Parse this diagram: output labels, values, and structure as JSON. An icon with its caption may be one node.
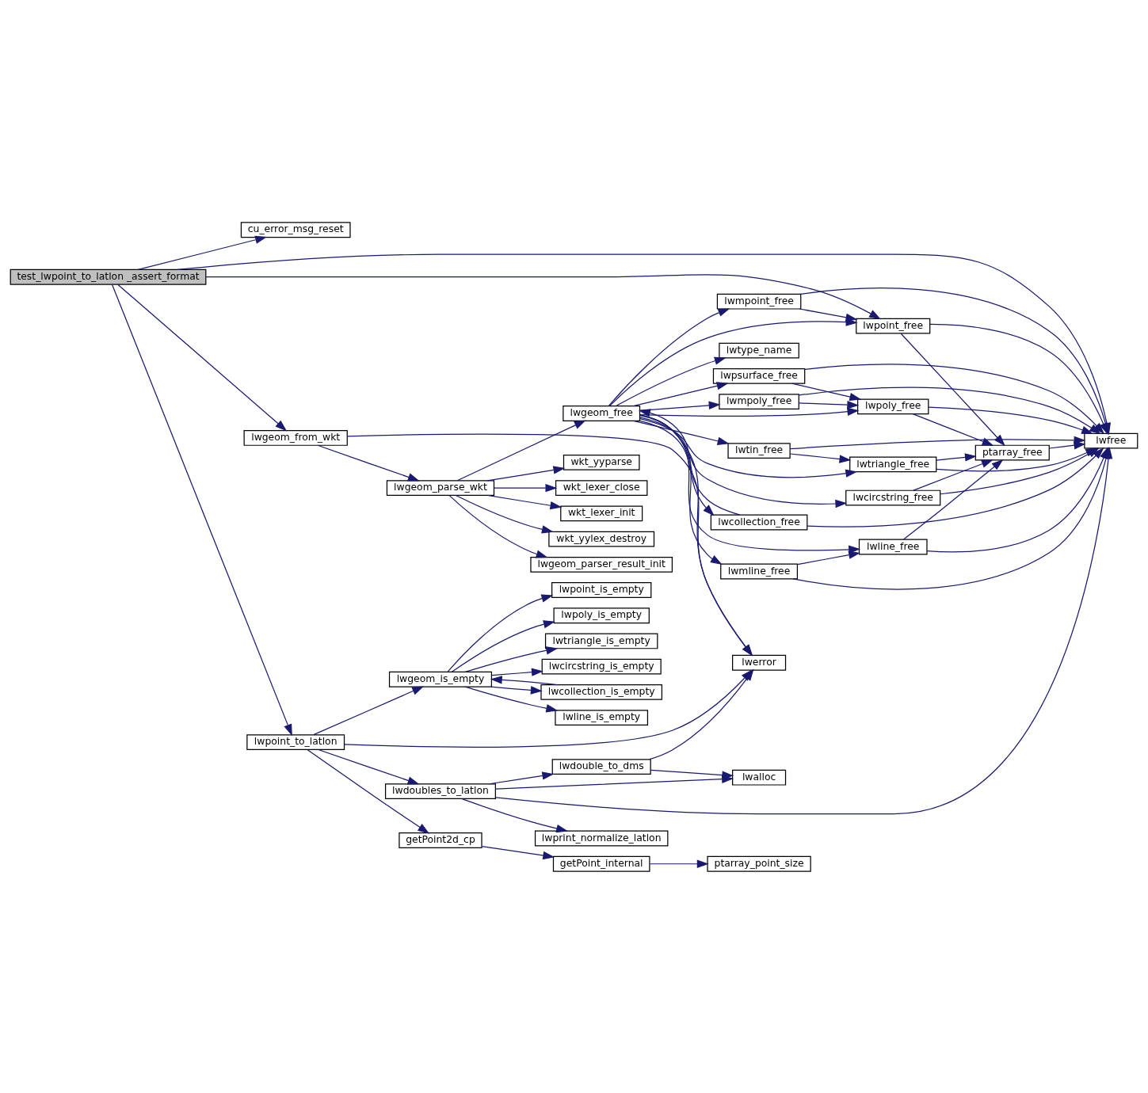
{
  "diagram": {
    "nodes": [
      {
        "text": [
          "test_lwpoint_to_latlon _assert_format"
        ]
      },
      {
        "text": [
          "cu_error_msg_reset"
        ]
      },
      {
        "text": [
          "lwfree"
        ]
      },
      {
        "text": [
          "lwgeom_from_wkt"
        ]
      },
      {
        "text": [
          "lwpoint_to_latlon"
        ]
      },
      {
        "text": [
          "lwpoint_free"
        ]
      },
      {
        "text": [
          "lwgeom_parse_wkt"
        ]
      },
      {
        "text": [
          "lwerror"
        ]
      },
      {
        "text": [
          "lwgeom_free"
        ]
      },
      {
        "text": [
          "wkt_lexer_init"
        ]
      },
      {
        "text": [
          "wkt_yylex_destroy"
        ]
      },
      {
        "text": [
          "lwgeom_parser_result_init"
        ]
      },
      {
        "text": [
          "wkt_yyparse"
        ]
      },
      {
        "text": [
          "wkt_lexer_close"
        ]
      },
      {
        "text": [
          "lwmpoly_free"
        ]
      },
      {
        "text": [
          "lwpsurface_free"
        ]
      },
      {
        "text": [
          "lwpoly_free"
        ]
      },
      {
        "text": [
          "lwtin_free"
        ]
      },
      {
        "text": [
          "lwtriangle_free"
        ]
      },
      {
        "text": [
          "lwcollection_free"
        ]
      },
      {
        "text": [
          "lwcircstring_free"
        ]
      },
      {
        "text": [
          "ptarray_free"
        ]
      },
      {
        "text": [
          "lwline_free"
        ]
      },
      {
        "text": [
          "lwtype_name"
        ]
      },
      {
        "text": [
          "lwmline_free"
        ]
      },
      {
        "text": [
          "lwmpoint_free"
        ]
      },
      {
        "text": [
          "lwdouble_to_dms"
        ]
      },
      {
        "text": [
          "lwalloc"
        ]
      },
      {
        "text": [
          "lwdoubles_to_latlon"
        ]
      },
      {
        "text": [
          "lwprint_normalize_latlon"
        ]
      },
      {
        "text": [
          "getPoint2d_cp"
        ]
      },
      {
        "text": [
          "getPoint_internal"
        ]
      },
      {
        "text": [
          "ptarray_point_size"
        ]
      },
      {
        "text": [
          "lwgeom_is_empty"
        ]
      },
      {
        "text": [
          "lwpoint_is_empty"
        ]
      },
      {
        "text": [
          "lwpoly_is_empty"
        ]
      },
      {
        "text": [
          "lwtriangle_is_empty"
        ]
      },
      {
        "text": [
          "lwcircstring_is_empty"
        ]
      },
      {
        "text": [
          "lwcollection_is_empty"
        ]
      },
      {
        "text": [
          "lwline_is_empty"
        ]
      }
    ],
    "edges": [
      {
        "from": 0,
        "to": 1,
        "arrow": "to"
      },
      {
        "from": 0,
        "to": 2,
        "arrow": "to"
      },
      {
        "from": 0,
        "to": 5,
        "arrow": "to"
      },
      {
        "from": 0,
        "to": 3,
        "arrow": "to"
      },
      {
        "from": 0,
        "to": 4,
        "arrow": "to"
      },
      {
        "from": 3,
        "to": 6,
        "arrow": "to"
      },
      {
        "from": 3,
        "to": 7,
        "arrow": "to"
      },
      {
        "from": 6,
        "to": 8,
        "arrow": "to"
      },
      {
        "from": 6,
        "to": 9,
        "arrow": "to"
      },
      {
        "from": 6,
        "to": 10,
        "arrow": "to"
      },
      {
        "from": 6,
        "to": 11,
        "arrow": "to"
      },
      {
        "from": 6,
        "to": 12,
        "arrow": "to"
      },
      {
        "from": 6,
        "to": 13,
        "arrow": "to"
      },
      {
        "from": 8,
        "to": 14,
        "arrow": "to"
      },
      {
        "from": 8,
        "to": 15,
        "arrow": "to"
      },
      {
        "from": 8,
        "to": 16,
        "arrow": "to"
      },
      {
        "from": 8,
        "to": 17,
        "arrow": "to"
      },
      {
        "from": 8,
        "to": 18,
        "arrow": "to"
      },
      {
        "from": 8,
        "to": 19,
        "arrow": "to"
      },
      {
        "from": 8,
        "to": 20,
        "arrow": "to"
      },
      {
        "from": 8,
        "to": 22,
        "arrow": "to"
      },
      {
        "from": 8,
        "to": 23,
        "arrow": "to"
      },
      {
        "from": 8,
        "to": 24,
        "arrow": "to"
      },
      {
        "from": 8,
        "to": 5,
        "arrow": "to"
      },
      {
        "from": 8,
        "to": 25,
        "arrow": "to"
      },
      {
        "from": 8,
        "to": 7,
        "arrow": "to"
      },
      {
        "from": 14,
        "to": 2,
        "arrow": "to"
      },
      {
        "from": 14,
        "to": 16,
        "arrow": "to"
      },
      {
        "from": 15,
        "to": 16,
        "arrow": "to"
      },
      {
        "from": 15,
        "to": 2,
        "arrow": "to"
      },
      {
        "from": 16,
        "to": 2,
        "arrow": "to"
      },
      {
        "from": 16,
        "to": 21,
        "arrow": "to"
      },
      {
        "from": 17,
        "to": 2,
        "arrow": "to"
      },
      {
        "from": 17,
        "to": 18,
        "arrow": "to"
      },
      {
        "from": 18,
        "to": 2,
        "arrow": "to"
      },
      {
        "from": 18,
        "to": 21,
        "arrow": "to"
      },
      {
        "from": 19,
        "to": 8,
        "arrow": "to"
      },
      {
        "from": 19,
        "to": 2,
        "arrow": "to"
      },
      {
        "from": 20,
        "to": 21,
        "arrow": "to"
      },
      {
        "from": 20,
        "to": 2,
        "arrow": "to"
      },
      {
        "from": 21,
        "to": 2,
        "arrow": "to"
      },
      {
        "from": 22,
        "to": 21,
        "arrow": "to"
      },
      {
        "from": 22,
        "to": 2,
        "arrow": "to"
      },
      {
        "from": 24,
        "to": 22,
        "arrow": "to"
      },
      {
        "from": 24,
        "to": 2,
        "arrow": "to"
      },
      {
        "from": 5,
        "to": 21,
        "arrow": "to"
      },
      {
        "from": 5,
        "to": 2,
        "arrow": "to"
      },
      {
        "from": 25,
        "to": 5,
        "arrow": "to"
      },
      {
        "from": 25,
        "to": 2,
        "arrow": "to"
      },
      {
        "from": 4,
        "to": 7,
        "arrow": "to"
      },
      {
        "from": 4,
        "to": 28,
        "arrow": "to"
      },
      {
        "from": 4,
        "to": 30,
        "arrow": "to"
      },
      {
        "from": 4,
        "to": 33,
        "arrow": "to"
      },
      {
        "from": 28,
        "to": 26,
        "arrow": "to"
      },
      {
        "from": 28,
        "to": 27,
        "arrow": "to"
      },
      {
        "from": 28,
        "to": 29,
        "arrow": "to"
      },
      {
        "from": 28,
        "to": 2,
        "arrow": "to"
      },
      {
        "from": 26,
        "to": 7,
        "arrow": "to"
      },
      {
        "from": 26,
        "to": 27,
        "arrow": "to"
      },
      {
        "from": 30,
        "to": 31,
        "arrow": "to"
      },
      {
        "from": 31,
        "to": 32,
        "arrow": "to"
      },
      {
        "from": 33,
        "to": 34,
        "arrow": "to"
      },
      {
        "from": 33,
        "to": 35,
        "arrow": "to"
      },
      {
        "from": 33,
        "to": 36,
        "arrow": "to"
      },
      {
        "from": 33,
        "to": 37,
        "arrow": "to"
      },
      {
        "from": 33,
        "to": 38,
        "arrow": "to"
      },
      {
        "from": 33,
        "to": 39,
        "arrow": "to"
      },
      {
        "from": 38,
        "to": 33,
        "arrow": "to"
      }
    ]
  }
}
